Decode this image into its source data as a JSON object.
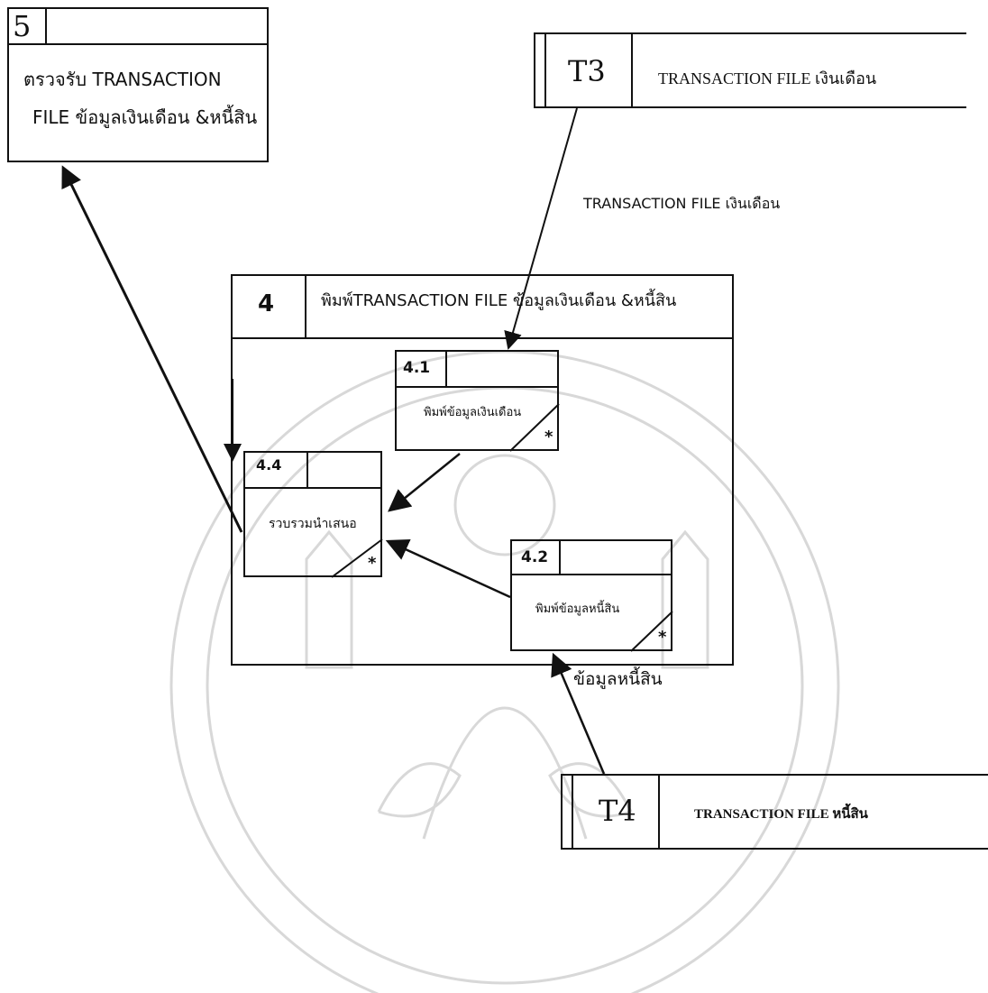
{
  "process5": {
    "id": "5",
    "line1": "ตรวจรับ TRANSACTION",
    "line2": "FILE ข้อมูลเงินเดือน &หนี้สิน"
  },
  "store_t3": {
    "id": "T3",
    "name": "TRANSACTION FILE   เงินเดือน"
  },
  "flow_t3_label": "TRANSACTION FILE  เงินเดือน",
  "process4": {
    "id": "4",
    "title": "พิมพ์TRANSACTION  FILE    ข้อมูลเงินเดือน &หนี้สิน"
  },
  "sub41": {
    "id": "4.1",
    "label": "พิมพ์ข้อมูลเงินเดือน",
    "mark": "*"
  },
  "sub44": {
    "id": "4.4",
    "label": "รวบรวมนำเสนอ",
    "mark": "*"
  },
  "sub42": {
    "id": "4.2",
    "label": "พิมพ์ข้อมูลหนี้สิน",
    "mark": "*"
  },
  "flow_t4_label": "ข้อมูลหนี้สิน",
  "store_t4": {
    "id": "T4",
    "name": "TRANSACTION FILE  หนี้สิน"
  },
  "colors": {
    "ink": "#111111",
    "watermark": "#d6d6d6"
  }
}
